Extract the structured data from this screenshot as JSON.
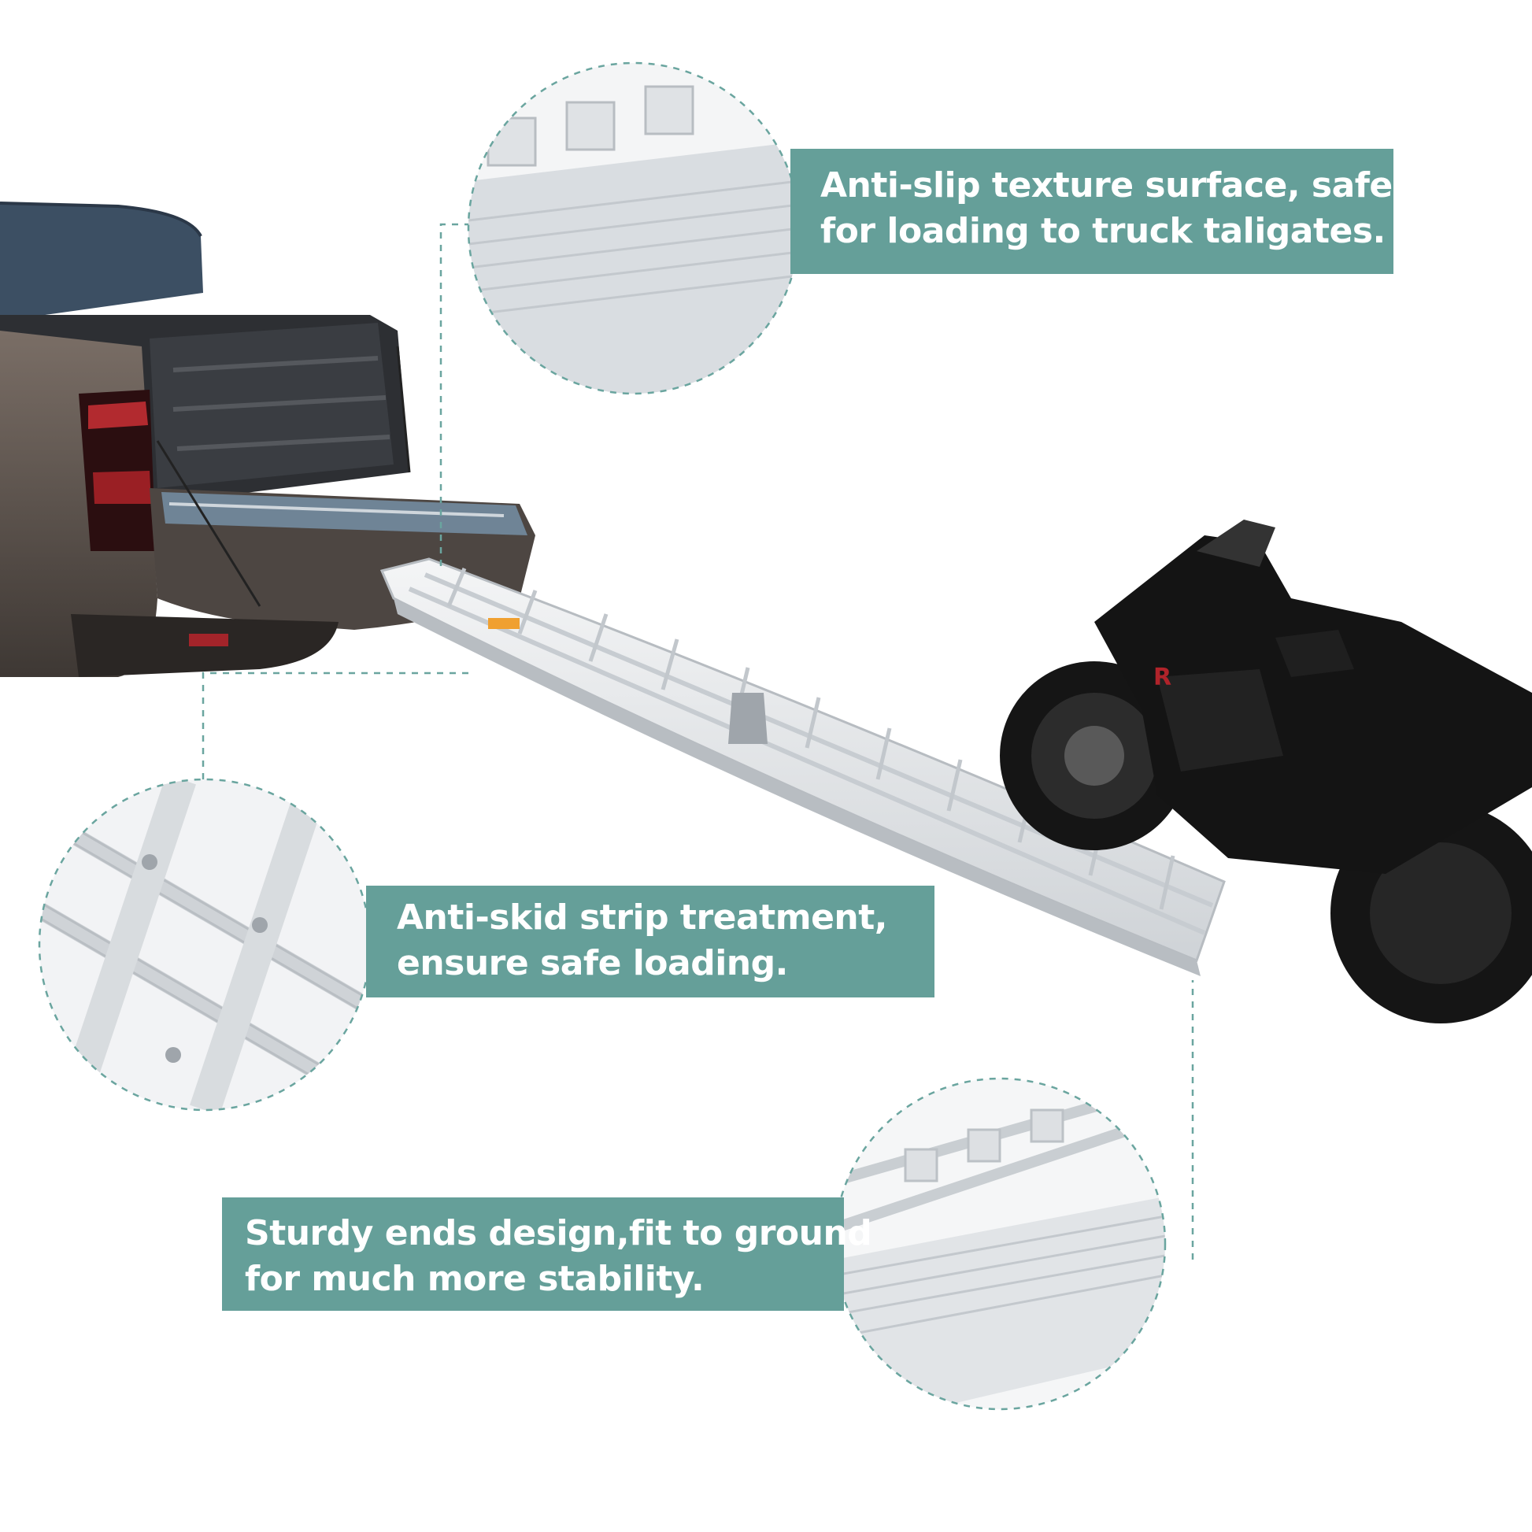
{
  "callouts": [
    {
      "id": "top",
      "lines": [
        "Anti-slip texture surface, safe",
        "for loading to truck taligates."
      ]
    },
    {
      "id": "middle",
      "lines": [
        "Anti-skid strip treatment,",
        "ensure safe loading."
      ]
    },
    {
      "id": "bottom",
      "lines": [
        "Sturdy ends design,fit to ground",
        "for much more stability."
      ]
    }
  ],
  "colors": {
    "callout_bg": "#659f99",
    "callout_text": "#ffffff",
    "dashed_line": "#6aa59f",
    "aluminum": "#e4e6e8",
    "truck_body": "#5b534f",
    "tonneau": "#3c4f63",
    "motorcycle": "#141414"
  },
  "icons": {
    "truck": "pickup-truck-illustration",
    "ramp": "aluminum-ramp-illustration",
    "motorcycle": "sport-motorcycle-illustration"
  }
}
